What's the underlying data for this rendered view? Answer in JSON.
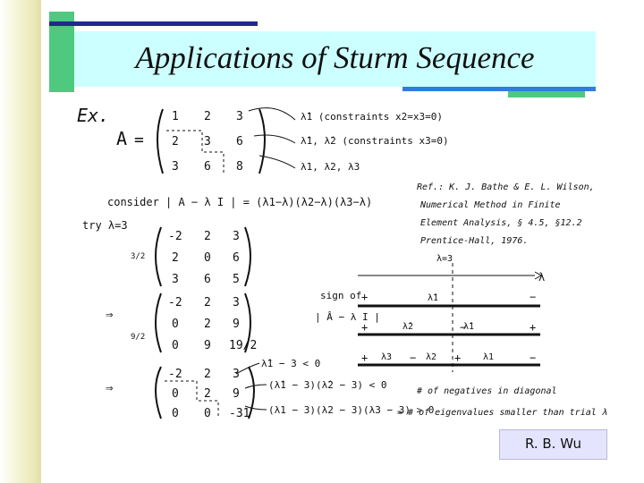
{
  "slide": {
    "title": "Applications of Sturm Sequence",
    "author": "R. B. Wu"
  },
  "handwritten_notes": {
    "example_label": "Ex.",
    "matrix_name": "A",
    "matrix_A": [
      [
        "1",
        "2",
        "3"
      ],
      [
        "2",
        "3",
        "6"
      ],
      [
        "3",
        "6",
        "8"
      ]
    ],
    "annotation_1": "λ̂1 (constraints x2=x3=0)",
    "annotation_2": "λ̂1, λ̂2 (constraints x3=0)",
    "annotation_3": "λ1, λ2, λ3",
    "consider_line": "consider | A − λ I | = (λ1−λ)(λ2−λ)(λ3−λ)",
    "reference_lines": [
      "Ref.: K. J. Bathe & E. L. Wilson,",
      "Numerical Method in Finite",
      "Element Analysis, § 4.5, §12.2",
      "Prentice-Hall, 1976."
    ],
    "try_label": "try λ=3",
    "step1_matrix": [
      [
        "-2",
        "2",
        "3"
      ],
      [
        "2",
        "0",
        "6"
      ],
      [
        "3",
        "6",
        "5"
      ]
    ],
    "step1_multiplier": "3/2",
    "step2_matrix": [
      [
        "-2",
        "2",
        "3"
      ],
      [
        "0",
        "2",
        "9"
      ],
      [
        "0",
        "9",
        "19/2"
      ]
    ],
    "step2_multiplier": "9/2",
    "step3_matrix": [
      [
        "-2",
        "2",
        "3"
      ],
      [
        "0",
        "2",
        "9"
      ],
      [
        "0",
        "0",
        "-31"
      ]
    ],
    "arrow": "⇒",
    "condition_1": "λ̂1 − 3 < 0",
    "condition_2": "(λ̂1 − 3)(λ̂2 − 3) < 0",
    "condition_3": "(λ1 − 3)(λ2 − 3)(λ3 − 3) > 0",
    "axis_label": "λ",
    "lambda_marker": "λ=3",
    "sign_label_1": "sign of",
    "sign_label_2": "| Â − λ I |",
    "plus": "+",
    "minus": "−",
    "line1_eigs": [
      "λ̂1"
    ],
    "line2_eigs": [
      "λ̂2",
      "λ̂1"
    ],
    "line3_eigs": [
      "λ3",
      "λ2",
      "λ1"
    ],
    "note_1": "# of negatives in diagonal",
    "note_2": "= # of eigenvalues smaller than trial λ"
  }
}
